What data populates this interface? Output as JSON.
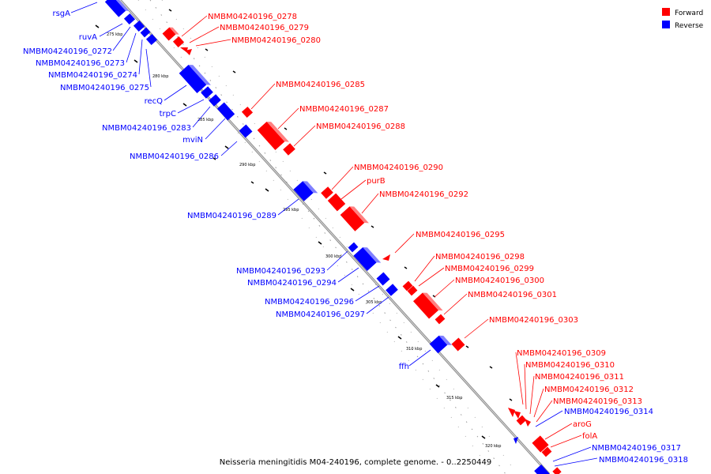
{
  "title": "Neisseria meningitidis M04-240196, complete genome. - 0..2250449",
  "legend": [
    {
      "label": "Forward",
      "color": "#ff0000"
    },
    {
      "label": "Reverse",
      "color": "#0000ff"
    }
  ],
  "colors": {
    "forward": "#ff0000",
    "reverse": "#0000ff",
    "backbone": "#909090"
  },
  "ticks": [
    "275 kbp",
    "280 kbp",
    "285 kbp",
    "290 kbp",
    "295 kbp",
    "300 kbp",
    "305 kbp",
    "310 kbp",
    "315 kbp",
    "320 kbp"
  ],
  "forward_labels": [
    "NMBM04240196_0278",
    "NMBM04240196_0279",
    "NMBM04240196_0280",
    "NMBM04240196_0285",
    "NMBM04240196_0287",
    "NMBM04240196_0288",
    "NMBM04240196_0290",
    "purB",
    "NMBM04240196_0292",
    "NMBM04240196_0295",
    "NMBM04240196_0298",
    "NMBM04240196_0299",
    "NMBM04240196_0300",
    "NMBM04240196_0301",
    "NMBM04240196_0303",
    "NMBM04240196_0309",
    "NMBM04240196_0310",
    "NMBM04240196_0311",
    "NMBM04240196_0312",
    "NMBM04240196_0313",
    "aroG",
    "folA"
  ],
  "reverse_labels": [
    "rsgA",
    "ruvA",
    "NMBM04240196_0272",
    "NMBM04240196_0273",
    "NMBM04240196_0274",
    "NMBM04240196_0275",
    "recQ",
    "trpC",
    "NMBM04240196_0283",
    "mviN",
    "NMBM04240196_0286",
    "NMBM04240196_0289",
    "NMBM04240196_0293",
    "NMBM04240196_0294",
    "NMBM04240196_0296",
    "NMBM04240196_0297",
    "ffh",
    "NMBM04240196_0314",
    "NMBM04240196_0317",
    "NMBM04240196_0318"
  ]
}
